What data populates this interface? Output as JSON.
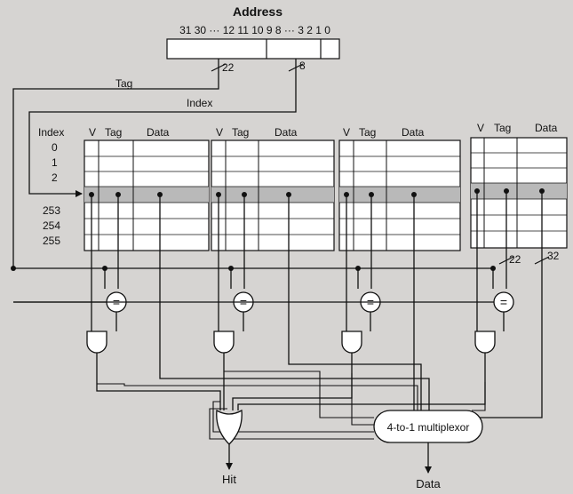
{
  "title": "Address",
  "address_bits": "31 30 ··· 12 11 10 9 8 ··· 3 2 1 0",
  "widths": {
    "tag": "22",
    "index": "8",
    "data": "32"
  },
  "labels": {
    "tag": "Tag",
    "index": "Index",
    "index_col": "Index",
    "hit": "Hit",
    "data": "Data",
    "mux": "4-to-1 multiplexor",
    "cmp": "="
  },
  "column_headers": [
    "V",
    "Tag",
    "Data"
  ],
  "index_rows": [
    "0",
    "1",
    "2",
    "253",
    "254",
    "255"
  ],
  "ways": 4,
  "colors": {
    "highlight": "#b9b9b9",
    "line": "#111111",
    "background": "#d6d4d2"
  }
}
